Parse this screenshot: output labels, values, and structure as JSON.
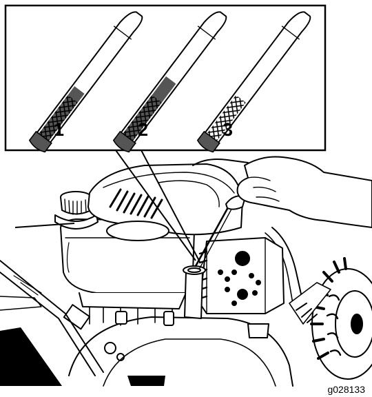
{
  "figure": {
    "callouts": [
      "1",
      "2",
      "3"
    ],
    "figure_id": "g028133"
  },
  "colors": {
    "ink": "#000000",
    "dipstick_marking": "#555555",
    "paper": "#ffffff"
  }
}
